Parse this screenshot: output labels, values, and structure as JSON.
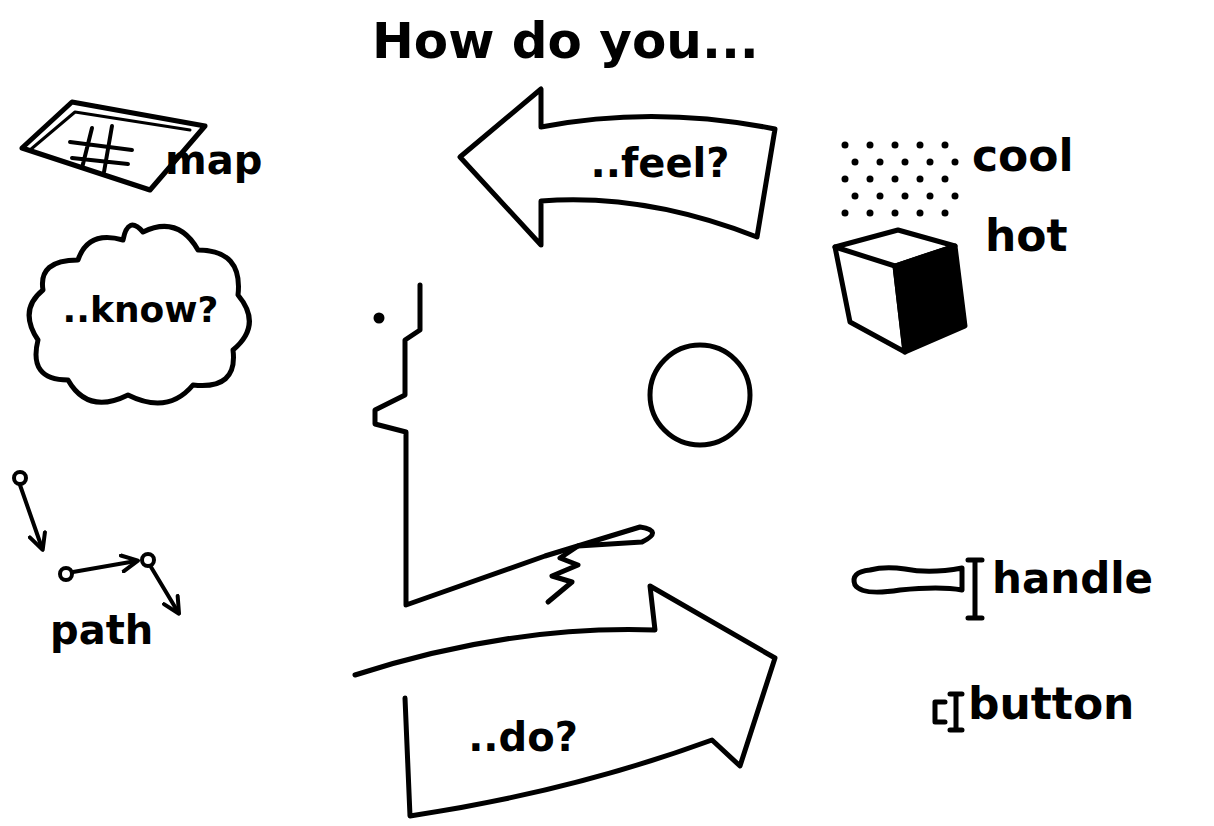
{
  "diagram": {
    "title": "How do you...",
    "nodes": [
      {
        "text": [
          "..feel?"
        ]
      },
      {
        "text": [
          "..know?"
        ]
      },
      {
        "text": [
          "..do?"
        ]
      }
    ],
    "labels": [
      "map",
      "cool",
      "hot",
      "path",
      "handle",
      "button"
    ]
  }
}
